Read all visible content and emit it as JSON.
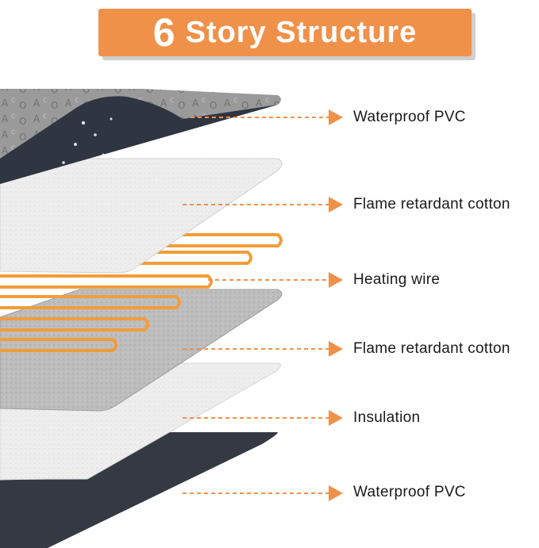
{
  "title": {
    "number": "6",
    "text": "Story Structure"
  },
  "layers": [
    {
      "label": "Waterproof PVC"
    },
    {
      "label": "Flame retardant cotton"
    },
    {
      "label": "Heating wire"
    },
    {
      "label": "Flame retardant cotton"
    },
    {
      "label": "Insulation"
    },
    {
      "label": "Waterproof PVC"
    }
  ],
  "colors": {
    "accent": "#f0914a",
    "pvc_dark": "#3a3f4a",
    "cotton_light": "#eeeeee",
    "cotton_grey": "#bdbdbd",
    "wire": "#f39c3a"
  }
}
